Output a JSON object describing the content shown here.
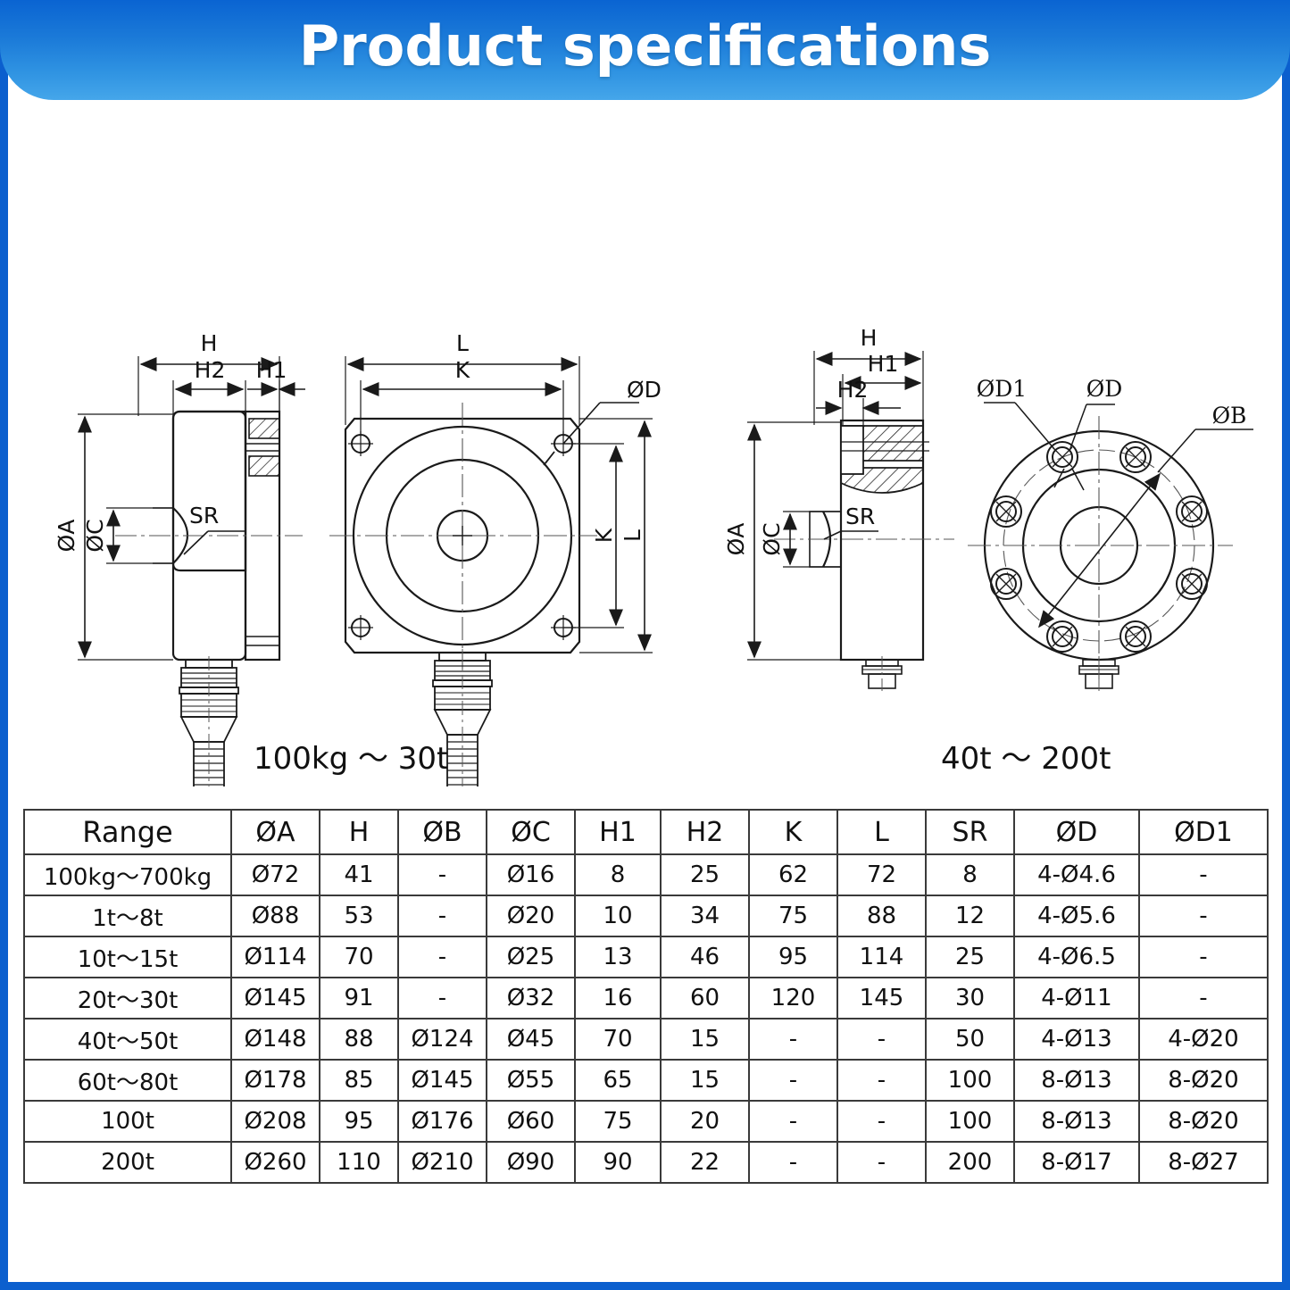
{
  "banner": {
    "title": "Product specifications"
  },
  "colors": {
    "banner_top": "#0a64d2",
    "banner_bottom": "#45a6ea",
    "frame_border": "#0b5fce",
    "drawing_line": "#1a1a1a",
    "table_border": "#3a3a3a",
    "text": "#111111"
  },
  "drawings": {
    "left_group": {
      "caption": "100kg ～ 30t",
      "side_view": {
        "dim_labels": [
          "H",
          "H2",
          "H1",
          "ØA",
          "ØC",
          "SR"
        ]
      },
      "front_view": {
        "dim_labels": [
          "L",
          "K",
          "ØD",
          "K",
          "L"
        ]
      }
    },
    "right_group": {
      "caption": "40t ～ 200t",
      "side_view": {
        "dim_labels": [
          "H",
          "H1",
          "H2",
          "ØA",
          "ØC",
          "SR"
        ]
      },
      "flange_view": {
        "dim_labels": [
          "ØD1",
          "ØD",
          "ØB"
        ],
        "bolt_hole_count": 8
      }
    }
  },
  "spec_table": {
    "columns": [
      "Range",
      "ØA",
      "H",
      "ØB",
      "ØC",
      "H1",
      "H2",
      "K",
      "L",
      "SR",
      "ØD",
      "ØD1"
    ],
    "rows": [
      [
        "100kg～700kg",
        "Ø72",
        "41",
        "-",
        "Ø16",
        "8",
        "25",
        "62",
        "72",
        "8",
        "4-Ø4.6",
        "-"
      ],
      [
        "1t～8t",
        "Ø88",
        "53",
        "-",
        "Ø20",
        "10",
        "34",
        "75",
        "88",
        "12",
        "4-Ø5.6",
        "-"
      ],
      [
        "10t～15t",
        "Ø114",
        "70",
        "-",
        "Ø25",
        "13",
        "46",
        "95",
        "114",
        "25",
        "4-Ø6.5",
        "-"
      ],
      [
        "20t～30t",
        "Ø145",
        "91",
        "-",
        "Ø32",
        "16",
        "60",
        "120",
        "145",
        "30",
        "4-Ø11",
        "-"
      ],
      [
        "40t～50t",
        "Ø148",
        "88",
        "Ø124",
        "Ø45",
        "70",
        "15",
        "-",
        "-",
        "50",
        "4-Ø13",
        "4-Ø20"
      ],
      [
        "60t～80t",
        "Ø178",
        "85",
        "Ø145",
        "Ø55",
        "65",
        "15",
        "-",
        "-",
        "100",
        "8-Ø13",
        "8-Ø20"
      ],
      [
        "100t",
        "Ø208",
        "95",
        "Ø176",
        "Ø60",
        "75",
        "20",
        "-",
        "-",
        "100",
        "8-Ø13",
        "8-Ø20"
      ],
      [
        "200t",
        "Ø260",
        "110",
        "Ø210",
        "Ø90",
        "90",
        "22",
        "-",
        "-",
        "200",
        "8-Ø17",
        "8-Ø27"
      ]
    ]
  }
}
